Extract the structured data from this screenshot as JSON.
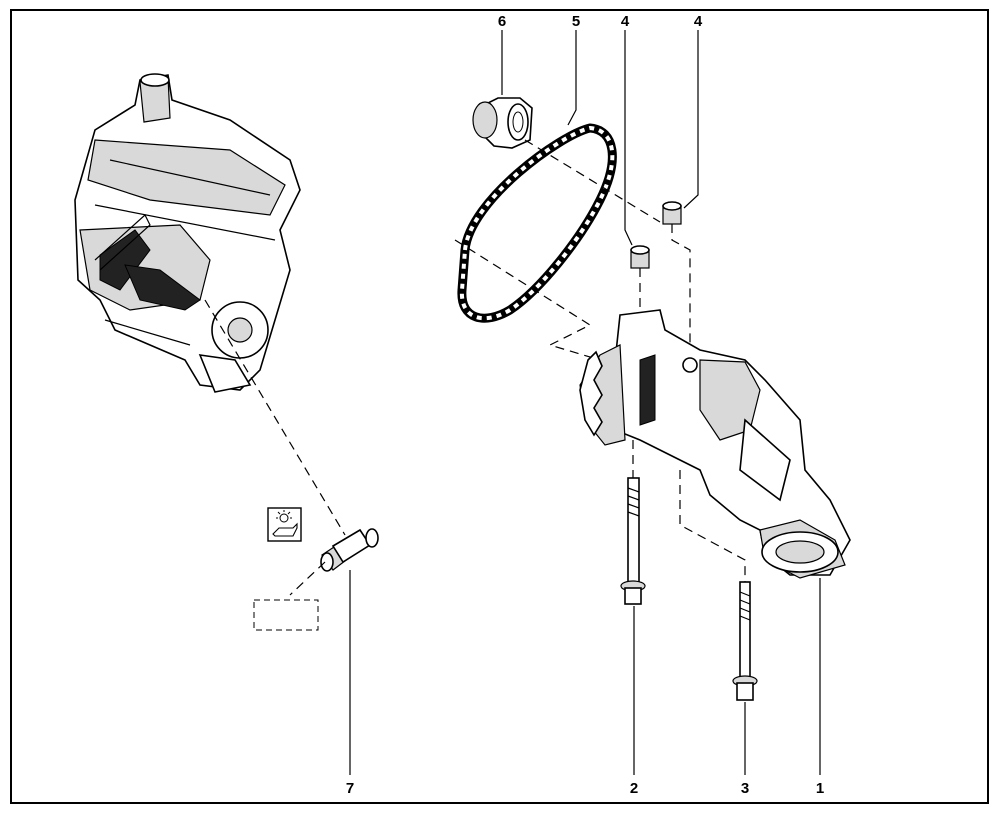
{
  "callouts": {
    "oil_pump": "1",
    "long_bolt": "2",
    "short_bolt": "3",
    "dowel_left": "4",
    "dowel_right": "4",
    "chain": "5",
    "sprocket": "6",
    "pressure_switch": "7"
  },
  "icons": {
    "oil_pressure_symbol": "oil-can-warning-icon"
  }
}
